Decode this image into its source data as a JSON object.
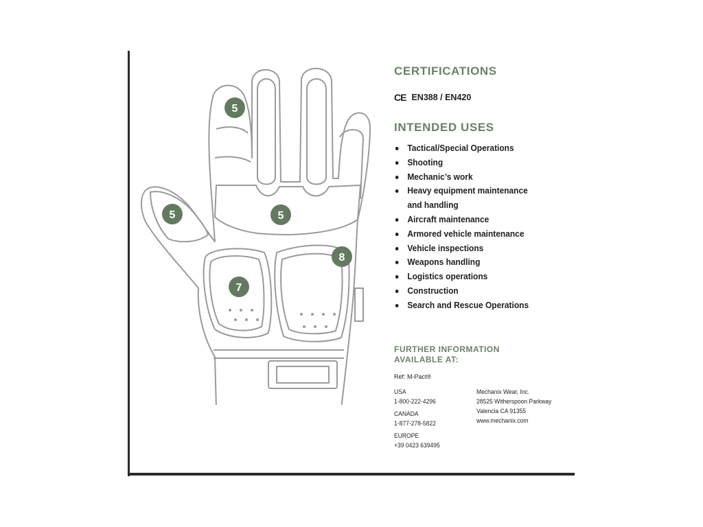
{
  "colors": {
    "accent_green": "#6b8068",
    "badge_green": "#637a60",
    "glove_outline": "#9a9a9a",
    "frame": "#2a2a2a",
    "text": "#1f1f1f"
  },
  "glove_badges": {
    "index_finger": "5",
    "thumb": "5",
    "knuckle": "5",
    "outer_palm": "8",
    "inner_palm": "7"
  },
  "certifications": {
    "heading": "CERTIFICATIONS",
    "ce_mark": "CE",
    "standards": "EN388 / EN420"
  },
  "intended_uses": {
    "heading": "INTENDED USES",
    "items": [
      "Tactical/Special Operations",
      "Shooting",
      "Mechanic’s work",
      "Heavy equipment maintenance",
      "and handling",
      "Aircraft maintenance",
      "Armored vehicle maintenance",
      "Vehicle inspections",
      "Weapons handling",
      "Logistics operations",
      "Construction",
      "Search and Rescue Operations"
    ]
  },
  "further_info": {
    "line1": "FURTHER INFORMATION",
    "line2": "AVAILABLE AT:",
    "ref": "Ref: M-Pact®"
  },
  "contacts": {
    "usa_label": "USA",
    "usa_phone": "1-800-222-4296",
    "canada_label": "CANADA",
    "canada_phone": "1-877-278-5822",
    "europe_label": "EUROPE",
    "europe_phone": "+39 0423 639495"
  },
  "address": {
    "company": "Mechanix Wear, Inc.",
    "street": "28525 Witherspoon Parkway",
    "city": "Valencia CA 91355",
    "web": "www.mechanix.com"
  }
}
